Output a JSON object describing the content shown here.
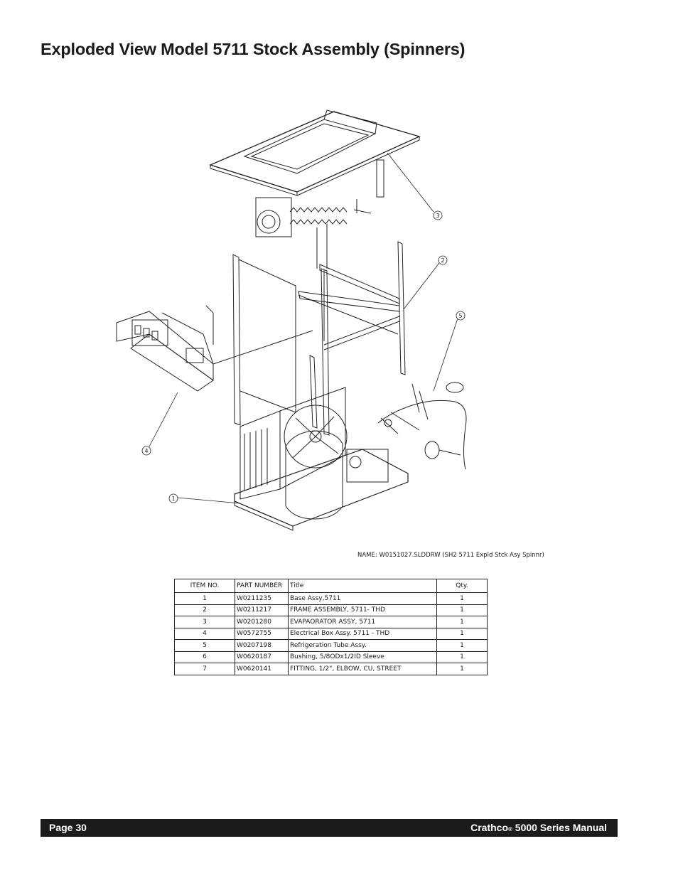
{
  "page": {
    "title": "Exploded View Model 5711 Stock Assembly (Spinners)"
  },
  "diagram": {
    "callouts": [
      "1",
      "2",
      "3",
      "4",
      "5"
    ],
    "drawing_name": "NAME:  W0151027.SLDDRW (SH2 5711 Expld Stck Asy Spinnr)"
  },
  "table": {
    "headers": [
      "ITEM NO.",
      "PART NUMBER",
      "Title",
      "Qty."
    ],
    "rows": [
      [
        "1",
        "W0211235",
        "Base Assy,5711",
        "1"
      ],
      [
        "2",
        "W0211217",
        "FRAME ASSEMBLY, 5711- THD",
        "1"
      ],
      [
        "3",
        "W0201280",
        "EVAPAORATOR ASSY, 5711",
        "1"
      ],
      [
        "4",
        "W0572755",
        "Electrical Box Assy. 5711 - THD",
        "1"
      ],
      [
        "5",
        "W0207198",
        "Refrigeration Tube Assy.",
        "1"
      ],
      [
        "6",
        "W0620187",
        "Bushing, 5/8ODx1/2ID Sleeve",
        "1"
      ],
      [
        "7",
        "W0620141",
        "FITTING, 1/2\", ELBOW, CU, STREET",
        "1"
      ]
    ]
  },
  "footer": {
    "page_label": "Page 30",
    "brand": "Crathco",
    "registered": "®",
    "manual_title": " 5000 Series Manual"
  }
}
